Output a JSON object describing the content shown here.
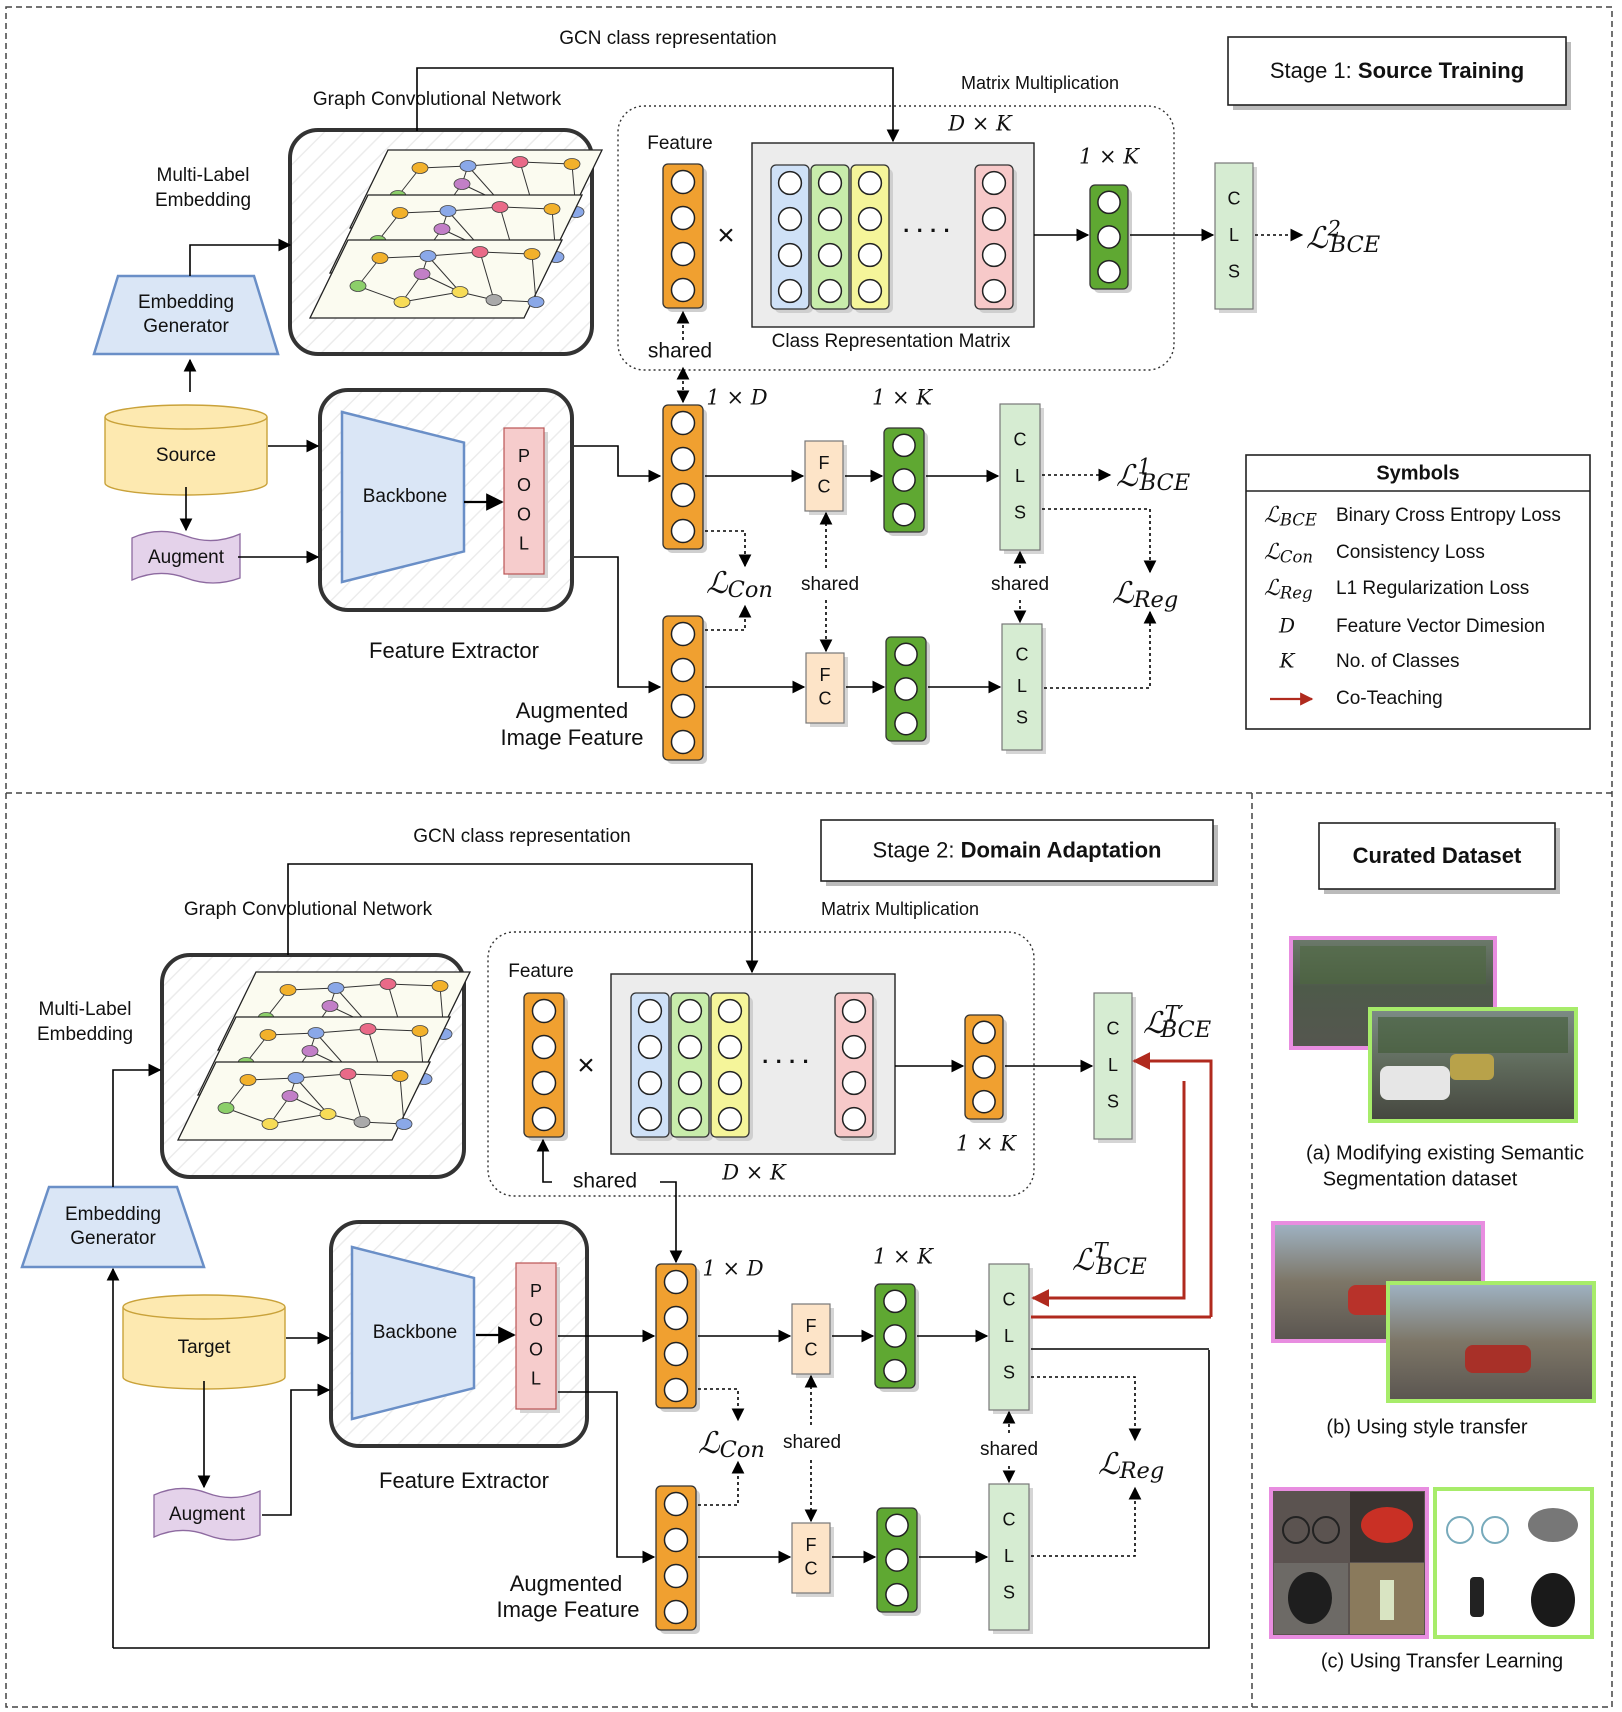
{
  "stage1": {
    "title_prefix": "Stage 1: ",
    "title_bold": "Source Training",
    "gcn_class_rep": "GCN class representation",
    "gcn_label": "Graph Convolutional Network",
    "matrix_mult": "Matrix Multiplication",
    "multi_label": [
      "Multi-Label",
      "Embedding"
    ],
    "embedding_gen": [
      "Embedding",
      "Generator"
    ],
    "feature": "Feature",
    "times": "×",
    "dots": "· · · ·",
    "dxk": "D × K",
    "onexk_top": "1 × K",
    "class_rep_matrix": "Class Representation Matrix",
    "shared_top": "shared",
    "onexd": "1 × D",
    "onexk_mid": "1 × K",
    "source": "Source",
    "augment": "Augment",
    "backbone": "Backbone",
    "pool": [
      "P",
      "O",
      "O",
      "L"
    ],
    "fc": [
      "F",
      "C"
    ],
    "cls": [
      "C",
      "L",
      "S"
    ],
    "feature_extractor": "Feature Extractor",
    "augmented_feature": [
      "Augmented",
      "Image Feature"
    ],
    "shared": "shared",
    "loss_bce2": "ℒ²BCE",
    "loss_bce1": "ℒ¹BCE",
    "loss_con": "ℒCon",
    "loss_reg": "ℒReg"
  },
  "symbols": {
    "title": "Symbols",
    "rows": [
      {
        "sym": "ℒBCE",
        "desc": "Binary Cross Entropy Loss"
      },
      {
        "sym": "ℒCon",
        "desc": "Consistency Loss"
      },
      {
        "sym": "ℒReg",
        "desc": "L1 Regularization Loss"
      },
      {
        "sym": "D",
        "desc": "Feature Vector Dimesion"
      },
      {
        "sym": "K",
        "desc": "No. of Classes"
      },
      {
        "sym": "arrow",
        "desc": "Co-Teaching"
      }
    ]
  },
  "stage2": {
    "title_prefix": "Stage 2: ",
    "title_bold": "Domain Adaptation",
    "gcn_class_rep": "GCN class representation",
    "gcn_label": "Graph Convolutional Network",
    "matrix_mult": "Matrix Multiplication",
    "multi_label": [
      "Multi-Label",
      "Embedding"
    ],
    "embedding_gen": [
      "Embedding",
      "Generator"
    ],
    "feature": "Feature",
    "times": "×",
    "dots": "· · · ·",
    "dxk": "D × K",
    "onexk_top": "1 × K",
    "shared_top": "shared",
    "onexd": "1 × D",
    "onexk_mid": "1 × K",
    "target": "Target",
    "augment": "Augment",
    "backbone": "Backbone",
    "pool": [
      "P",
      "O",
      "O",
      "L"
    ],
    "fc": [
      "F",
      "C"
    ],
    "cls": [
      "C",
      "L",
      "S"
    ],
    "feature_extractor": "Feature Extractor",
    "augmented_feature": [
      "Augmented",
      "Image Feature"
    ],
    "shared": "shared",
    "loss_bce_tp": "ℒT′BCE",
    "loss_bce_t": "ℒTBCE",
    "loss_con": "ℒCon",
    "loss_reg": "ℒReg"
  },
  "curated": {
    "title": "Curated Dataset",
    "caption_a": [
      "(a) Modifying existing Semantic",
      "Segmentation dataset"
    ],
    "caption_b": "(b) Using style transfer",
    "caption_c": "(c) Using Transfer Learning"
  },
  "colors": {
    "orange": "#f0a030",
    "green": "#5fa832",
    "cls_fill": "#d6ecd2",
    "fc_fill": "#fde4c8",
    "pool_fill": "#f6cccc",
    "backbone_fill": "#dae6f6",
    "db_fill": "#fde9b0",
    "augment_fill": "#e4d2ea",
    "co_teaching": "#b02a1e",
    "pink_border": "#e88de0",
    "green_border": "#a7ec6a"
  }
}
